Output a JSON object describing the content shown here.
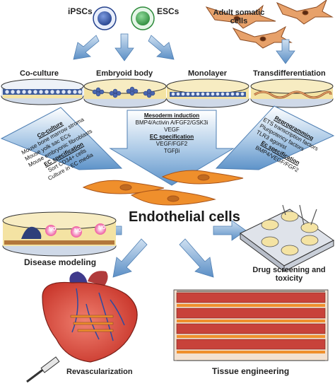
{
  "sources": {
    "ipsc_label": "iPSCs",
    "esc_label": "ESCs",
    "adult_label_line1": "Adult somatic",
    "adult_label_line2": "cells"
  },
  "methods": {
    "coculture": "Co-culture",
    "embryoid": "Embryoid body",
    "monolayer": "Monolayer",
    "transdiff": "Transdifferentiation"
  },
  "left_panel": {
    "heading1": "Co-culture",
    "lines1": [
      "Mouse bone marrow stroma",
      "Mouse yolk sac ECs",
      "Mouse embryonic fibroblasts"
    ],
    "heading2": "EC specification",
    "lines2": [
      "Sort CD34+ cells",
      "Culture in EC media"
    ]
  },
  "center_panel": {
    "heading1": "Mesoderm induction",
    "line1": "BMP4/Activin A/FGF2/GSK3i",
    "line2": "VEGF",
    "heading2": "EC specification",
    "line3": "VEGF/FGF2",
    "line4": "TGFβi"
  },
  "right_panel": {
    "heading1": "Reprogramming",
    "lines1": [
      "ETS transcription factors",
      "Pluripotency factors",
      "TLR3 agonist"
    ],
    "heading2": "Ec specification",
    "lines2": [
      "BMP4/VEGF/FGF2"
    ]
  },
  "center_title": "Endothelial cells",
  "applications": {
    "disease": "Disease modeling",
    "drug_line1": "Drug screening and",
    "drug_line2": "toxicity",
    "revasc": "Revascularization",
    "tissue": "Tissue engineering"
  },
  "no_label": "NO",
  "colors": {
    "ipsc": "#2e4fa3",
    "esc": "#3aa04a",
    "arrow": "#6f9fcf",
    "dish": "#b9c7da",
    "dish_media_blue": "#3d5b9c",
    "dish_media_yellow": "#f4e3a3",
    "endothelial": "#e8882a",
    "heart": "#d94a3a",
    "tissue": "#c8423a"
  }
}
